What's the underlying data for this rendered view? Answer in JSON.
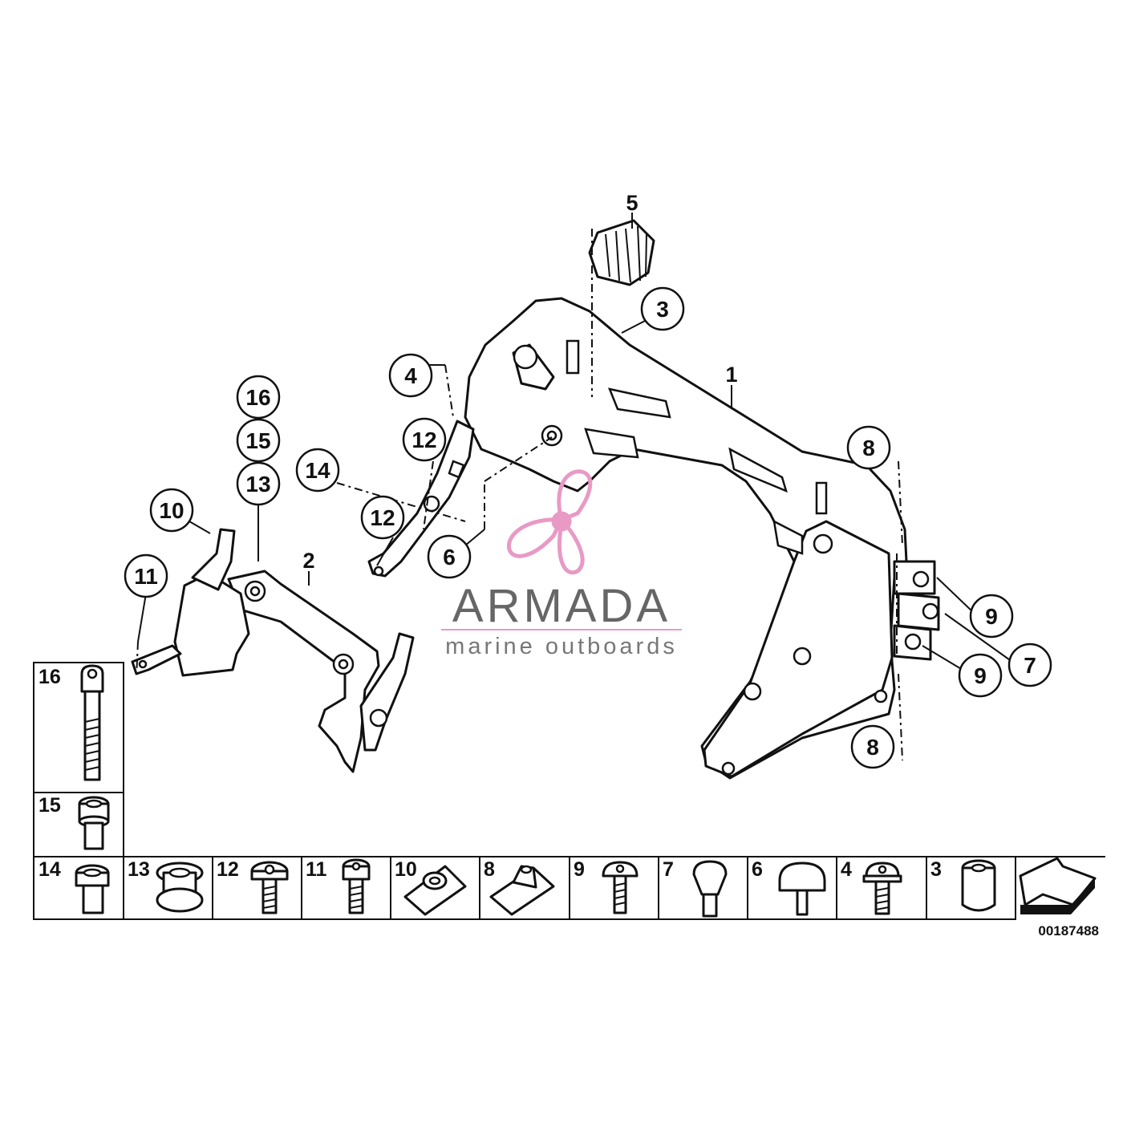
{
  "callouts": [
    {
      "label": "5"
    },
    {
      "label": "3"
    },
    {
      "label": "4"
    },
    {
      "label": "1"
    },
    {
      "label": "16"
    },
    {
      "label": "15"
    },
    {
      "label": "13"
    },
    {
      "label": "12"
    },
    {
      "label": "14"
    },
    {
      "label": "10"
    },
    {
      "label": "12"
    },
    {
      "label": "6"
    },
    {
      "label": "2"
    },
    {
      "label": "11"
    },
    {
      "label": "8"
    },
    {
      "label": "9"
    },
    {
      "label": "7"
    },
    {
      "label": "9"
    },
    {
      "label": "8"
    }
  ],
  "fastener_legend": {
    "column_cells": [
      {
        "label": "16"
      },
      {
        "label": "15"
      }
    ],
    "row_cells": [
      {
        "label": "14"
      },
      {
        "label": "13"
      },
      {
        "label": "12"
      },
      {
        "label": "11"
      },
      {
        "label": "10"
      },
      {
        "label": "8"
      },
      {
        "label": "9"
      },
      {
        "label": "7"
      },
      {
        "label": "6"
      },
      {
        "label": "4"
      },
      {
        "label": "3"
      }
    ]
  },
  "watermark": {
    "brand": "ARMADA",
    "tagline": "marine outboards",
    "colors": {
      "propeller": "#e89ac5",
      "text": "#666666"
    }
  },
  "document_number": "00187488"
}
